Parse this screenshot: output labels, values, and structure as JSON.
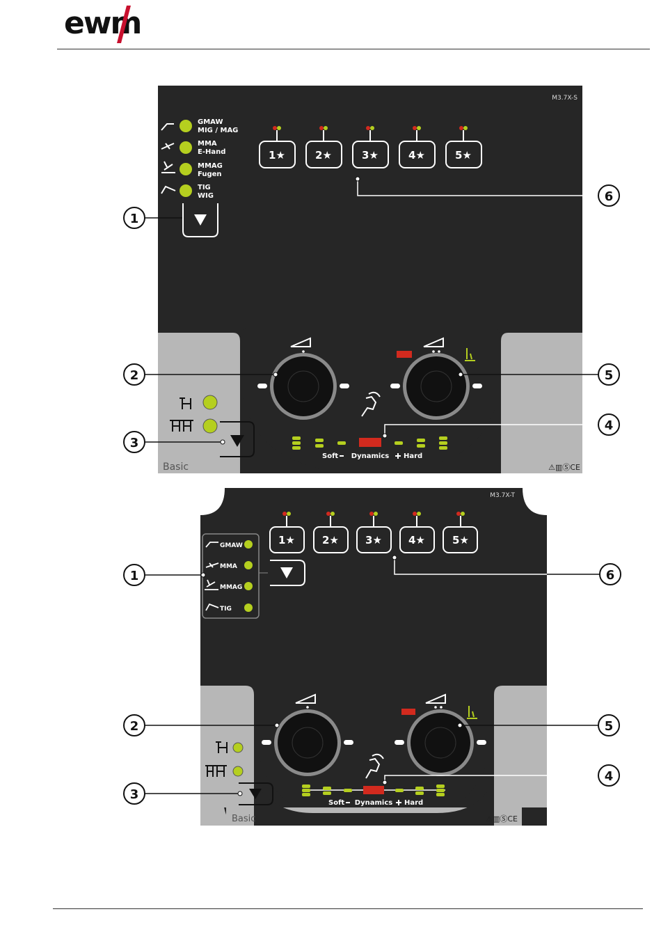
{
  "brand": {
    "logo_text": "ewm"
  },
  "panel_top": {
    "model": "M3.7X-S",
    "processes": [
      {
        "l1": "GMAW",
        "l2": "MIG / MAG"
      },
      {
        "l1": "MMA",
        "l2": "E-Hand"
      },
      {
        "l1": "MMAG",
        "l2": "Fugen"
      },
      {
        "l1": "TIG",
        "l2": "WIG"
      }
    ],
    "jobs": [
      "1★",
      "2★",
      "3★",
      "4★",
      "5★"
    ],
    "footer_label": "Basic",
    "dyn_soft": "Soft",
    "dyn_label": "Dynamics",
    "dyn_hard": "Hard",
    "cert_marks": "⚠▥ⓈCE"
  },
  "panel_bottom": {
    "model": "M3.7X-T",
    "processes": [
      "GMAW",
      "MMA",
      "MMAG",
      "TIG"
    ],
    "jobs": [
      "1★",
      "2★",
      "3★",
      "4★",
      "5★"
    ],
    "footer_label": "Basic",
    "dyn_soft": "Soft",
    "dyn_label": "Dynamics",
    "dyn_hard": "Hard",
    "cert_marks": "⚠▥ⓈCE"
  },
  "callouts": [
    "1",
    "2",
    "3",
    "4",
    "5",
    "6"
  ],
  "colors": {
    "panel": "#262626",
    "grey": "#b7b7b7",
    "green": "#b5cf1f",
    "red": "#d22a1e",
    "ewm_red": "#c8102e"
  }
}
